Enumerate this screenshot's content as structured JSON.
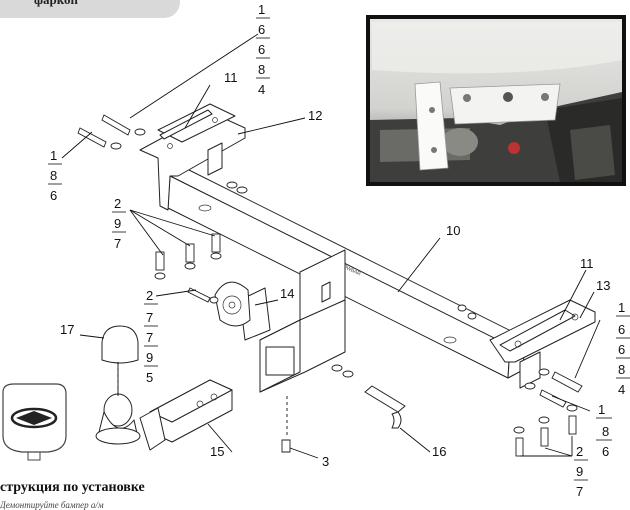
{
  "header_tab": {
    "text": "фаркоп"
  },
  "footer": {
    "title": "струкция по установке",
    "subtitle": "Демонтируйте бампер а/м"
  },
  "callouts": [
    {
      "id": "c1",
      "num": "1",
      "stack": [
        "6",
        "6",
        "8",
        "4"
      ]
    },
    {
      "id": "c2",
      "num": "1",
      "stack": [
        "8",
        "6"
      ]
    },
    {
      "id": "c3",
      "num": "11",
      "stack": []
    },
    {
      "id": "c4",
      "num": "12",
      "stack": []
    },
    {
      "id": "c5",
      "num": "2",
      "stack": [
        "9",
        "7"
      ]
    },
    {
      "id": "c6",
      "num": "10",
      "stack": []
    },
    {
      "id": "c7",
      "num": "2",
      "stack": [
        "7",
        "7",
        "9",
        "5"
      ]
    },
    {
      "id": "c8",
      "num": "14",
      "stack": []
    },
    {
      "id": "c9",
      "num": "17",
      "stack": []
    },
    {
      "id": "c10",
      "num": "11",
      "stack": []
    },
    {
      "id": "c11",
      "num": "13",
      "stack": []
    },
    {
      "id": "c12",
      "num": "1",
      "stack": [
        "6",
        "6",
        "8",
        "4"
      ]
    },
    {
      "id": "c13",
      "num": "1",
      "stack": [
        "8",
        "6"
      ]
    },
    {
      "id": "c14",
      "num": "2",
      "stack": [
        "9",
        "7"
      ]
    },
    {
      "id": "c15",
      "num": "15",
      "stack": []
    },
    {
      "id": "c16",
      "num": "16",
      "stack": []
    },
    {
      "id": "c17",
      "num": "3",
      "stack": []
    }
  ],
  "beam_marking": "TOWBAR"
}
